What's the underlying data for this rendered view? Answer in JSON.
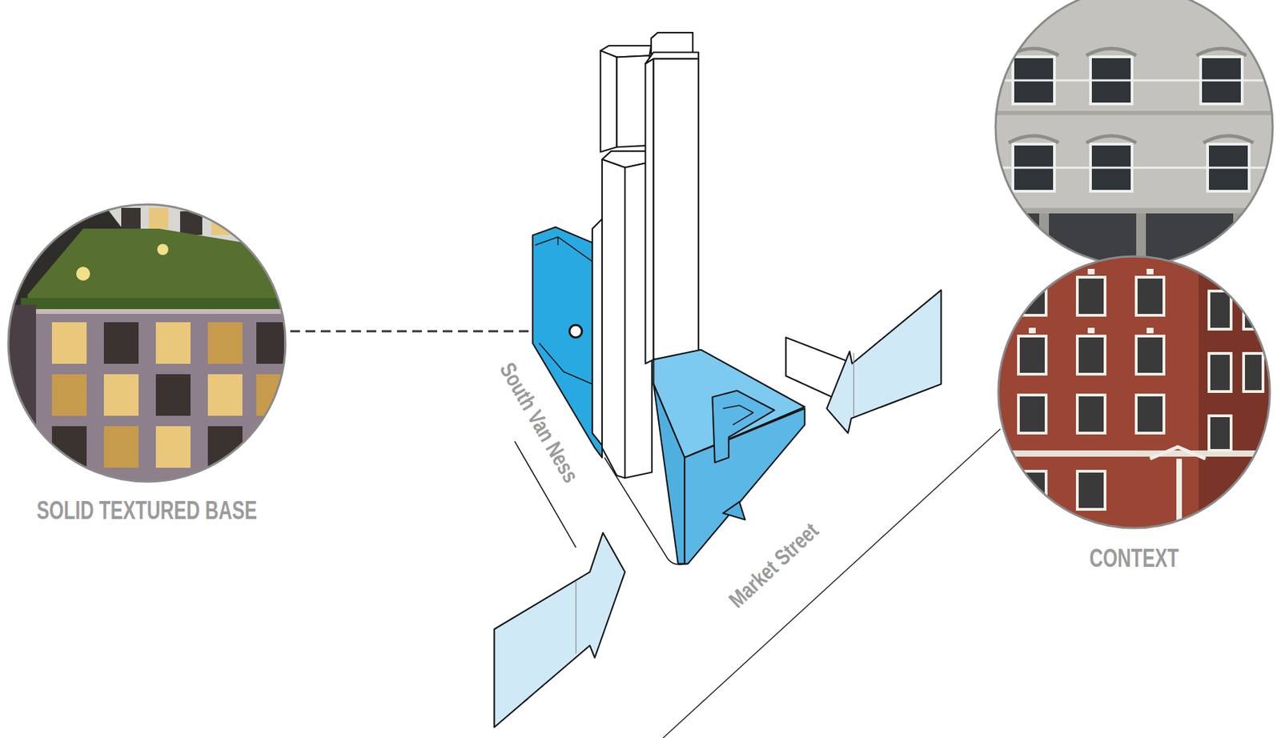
{
  "diagram": {
    "nodes": [
      {
        "text": [
          "SOLID TEXTURED BASE"
        ]
      },
      {
        "text": [
          "CONTEXT"
        ]
      }
    ],
    "labels": [
      "South Van Ness",
      "Market Street"
    ]
  }
}
